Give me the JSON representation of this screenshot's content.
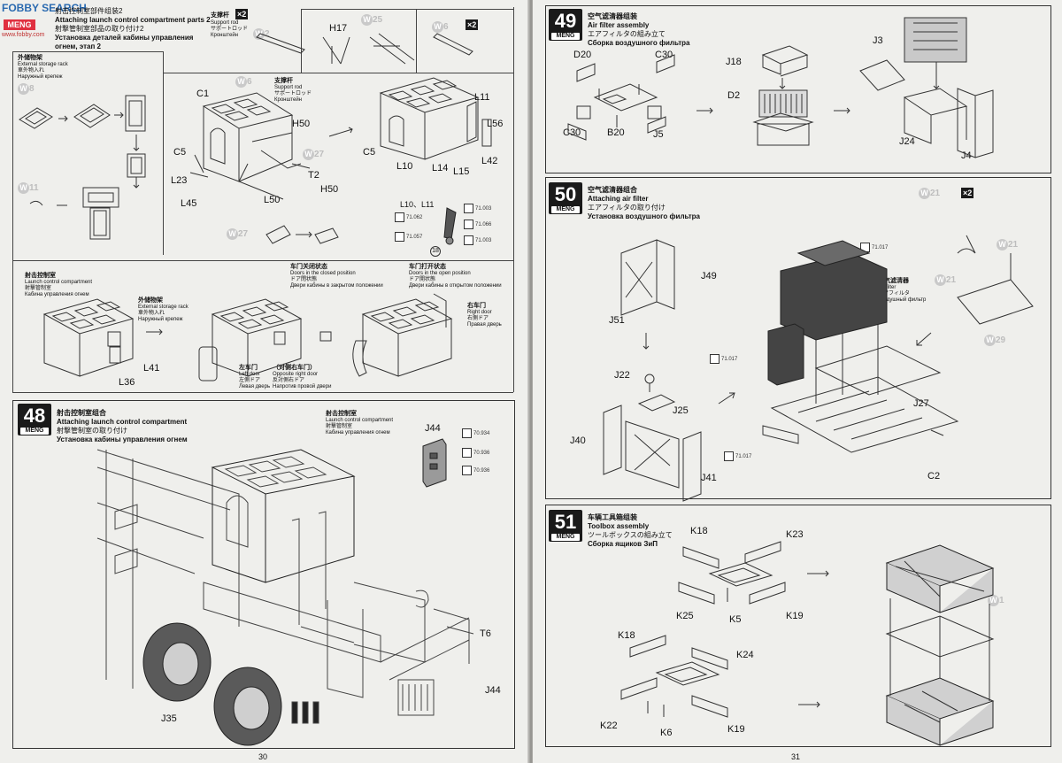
{
  "watermark": {
    "site": "FOBBY SEARCH",
    "sub_logo": "MENG",
    "url": "www.fobby.com"
  },
  "left_page": {
    "page_number": "30",
    "step47": {
      "title_cn": "射击控制室部件组装2",
      "title_en": "Attaching launch control compartment parts 2",
      "title_jp": "射撃管制室部品の取り付け2",
      "title_ru1": "Установка деталей кабины управления",
      "title_ru2": "огнем, этап 2",
      "rack_cn": "外储物架",
      "rack_en": "External storage rack",
      "rack_jp": "車外物入れ",
      "rack_ru": "Наружный крепеж",
      "support_cn": "支撑杆",
      "support_en": "Support rod",
      "support_jp": "サポートロッド",
      "support_ru": "Кронштейн",
      "support_mult": "×2",
      "rod2_cn": "支撑杆",
      "rod2_en": "Support rod",
      "rod2_jp": "サポートロッド",
      "rod2_ru": "Кронштейн",
      "mult_right": "×2",
      "w8": "8",
      "w11": "11",
      "w2": "2",
      "w25": "25",
      "w6": "6",
      "w6b": "6",
      "w27": "27",
      "w27b": "27",
      "labels": {
        "H17": "H17",
        "C1": "C1",
        "H50": "H50",
        "C5": "C5",
        "L23": "L23",
        "L45": "L45",
        "L50": "L50",
        "T2": "T2",
        "H50b": "H50",
        "L11": "L11",
        "L56": "L56",
        "C5b": "C5",
        "L10": "L10",
        "L14": "L14",
        "L15": "L15",
        "L42": "L42",
        "L10L11": "L10、L11",
        "n18": "18"
      },
      "paints": [
        "71.062",
        "71.057",
        "71.003",
        "71.066",
        "71.003"
      ]
    },
    "result_row": {
      "compartment_cn": "射击控制室",
      "compartment_en": "Launch control compartment",
      "compartment_jp": "射撃管制室",
      "compartment_ru": "Кабина управления огнем",
      "rack_cn": "外储物架",
      "rack_en": "External storage rack",
      "rack_jp": "車外物入れ",
      "rack_ru": "Наружный крепеж",
      "closed_cn": "车门关闭状态",
      "closed_en": "Doors in the closed position",
      "closed_jp": "ドア閉状態",
      "closed_ru": "Двери кабины в закрытом положении",
      "open_cn": "车门打开状态",
      "open_en": "Doors in the open position",
      "open_jp": "ドア開状態",
      "open_ru": "Двери кабины в открытом положении",
      "right_door_cn": "右车门",
      "right_door_en": "Right door",
      "right_door_jp": "右側ドア",
      "right_door_ru": "Правая дверь",
      "left_door_cn": "左车门",
      "left_door_en": "Left door",
      "left_door_jp": "左側ドア",
      "left_door_ru": "Левая дверь",
      "opp_door_cn": "（对侧右车门）",
      "opp_door_en": "Opposite right door",
      "opp_door_jp": "反対側右ドア",
      "opp_door_ru": "Напротив провой двери",
      "L41": "L41",
      "L36": "L36"
    },
    "step48": {
      "number": "48",
      "title_cn": "射击控制室组合",
      "title_en": "Attaching launch control compartment",
      "title_jp": "射撃管制室の取り付け",
      "title_ru": "Установка кабины управления огнем",
      "compartment_cn": "射击控制室",
      "compartment_en": "Launch control compartment",
      "compartment_jp": "射撃管制室",
      "compartment_ru": "Кабина управления огнем",
      "J44": "J44",
      "J44b": "J44",
      "T6": "T6",
      "J35": "J35",
      "paints": [
        "70.934",
        "70.936",
        "70.936"
      ]
    }
  },
  "right_page": {
    "page_number": "31",
    "step49": {
      "number": "49",
      "title_cn": "空气滤清器组装",
      "title_en": "Air filter assembly",
      "title_jp": "エアフィルタの組み立て",
      "title_ru": "Сборка воздушного фильтра",
      "labels": {
        "D20": "D20",
        "C30": "C30",
        "C30b": "C30",
        "B20": "B20",
        "J5": "J5",
        "J18": "J18",
        "D2": "D2",
        "J3": "J3",
        "J24": "J24",
        "J4": "J4"
      }
    },
    "step50": {
      "number": "50",
      "title_cn": "空气滤清器组合",
      "title_en": "Attaching air filter",
      "title_jp": "エアフィルタの取り付け",
      "title_ru": "Установка воздушного фильтра",
      "filter_cn": "空气滤清器",
      "filter_en": "Air filter",
      "filter_jp": "エアフィルタ",
      "filter_ru": "Воздушный фильтр",
      "w21": "21",
      "w21b": "21",
      "w21c": "21",
      "w29": "29",
      "mult": "×2",
      "labels": {
        "J49": "J49",
        "J51": "J51",
        "J22": "J22",
        "J25": "J25",
        "J40": "J40",
        "J41": "J41",
        "J27": "J27",
        "C2": "C2"
      },
      "paints": [
        "71.017",
        "71.017",
        "71.017"
      ]
    },
    "step51": {
      "number": "51",
      "title_cn": "车辆工具箱组装",
      "title_en": "Toolbox assembly",
      "title_jp": "ツールボックスの組み立て",
      "title_ru": "Сборка ящиков ЗиП",
      "w1": "1",
      "labels": {
        "K18": "K18",
        "K23": "K23",
        "K25": "K25",
        "K5": "K5",
        "K19": "K19",
        "K18b": "K18",
        "K24": "K24",
        "K22": "K22",
        "K6": "K6",
        "K19b": "K19"
      }
    }
  }
}
